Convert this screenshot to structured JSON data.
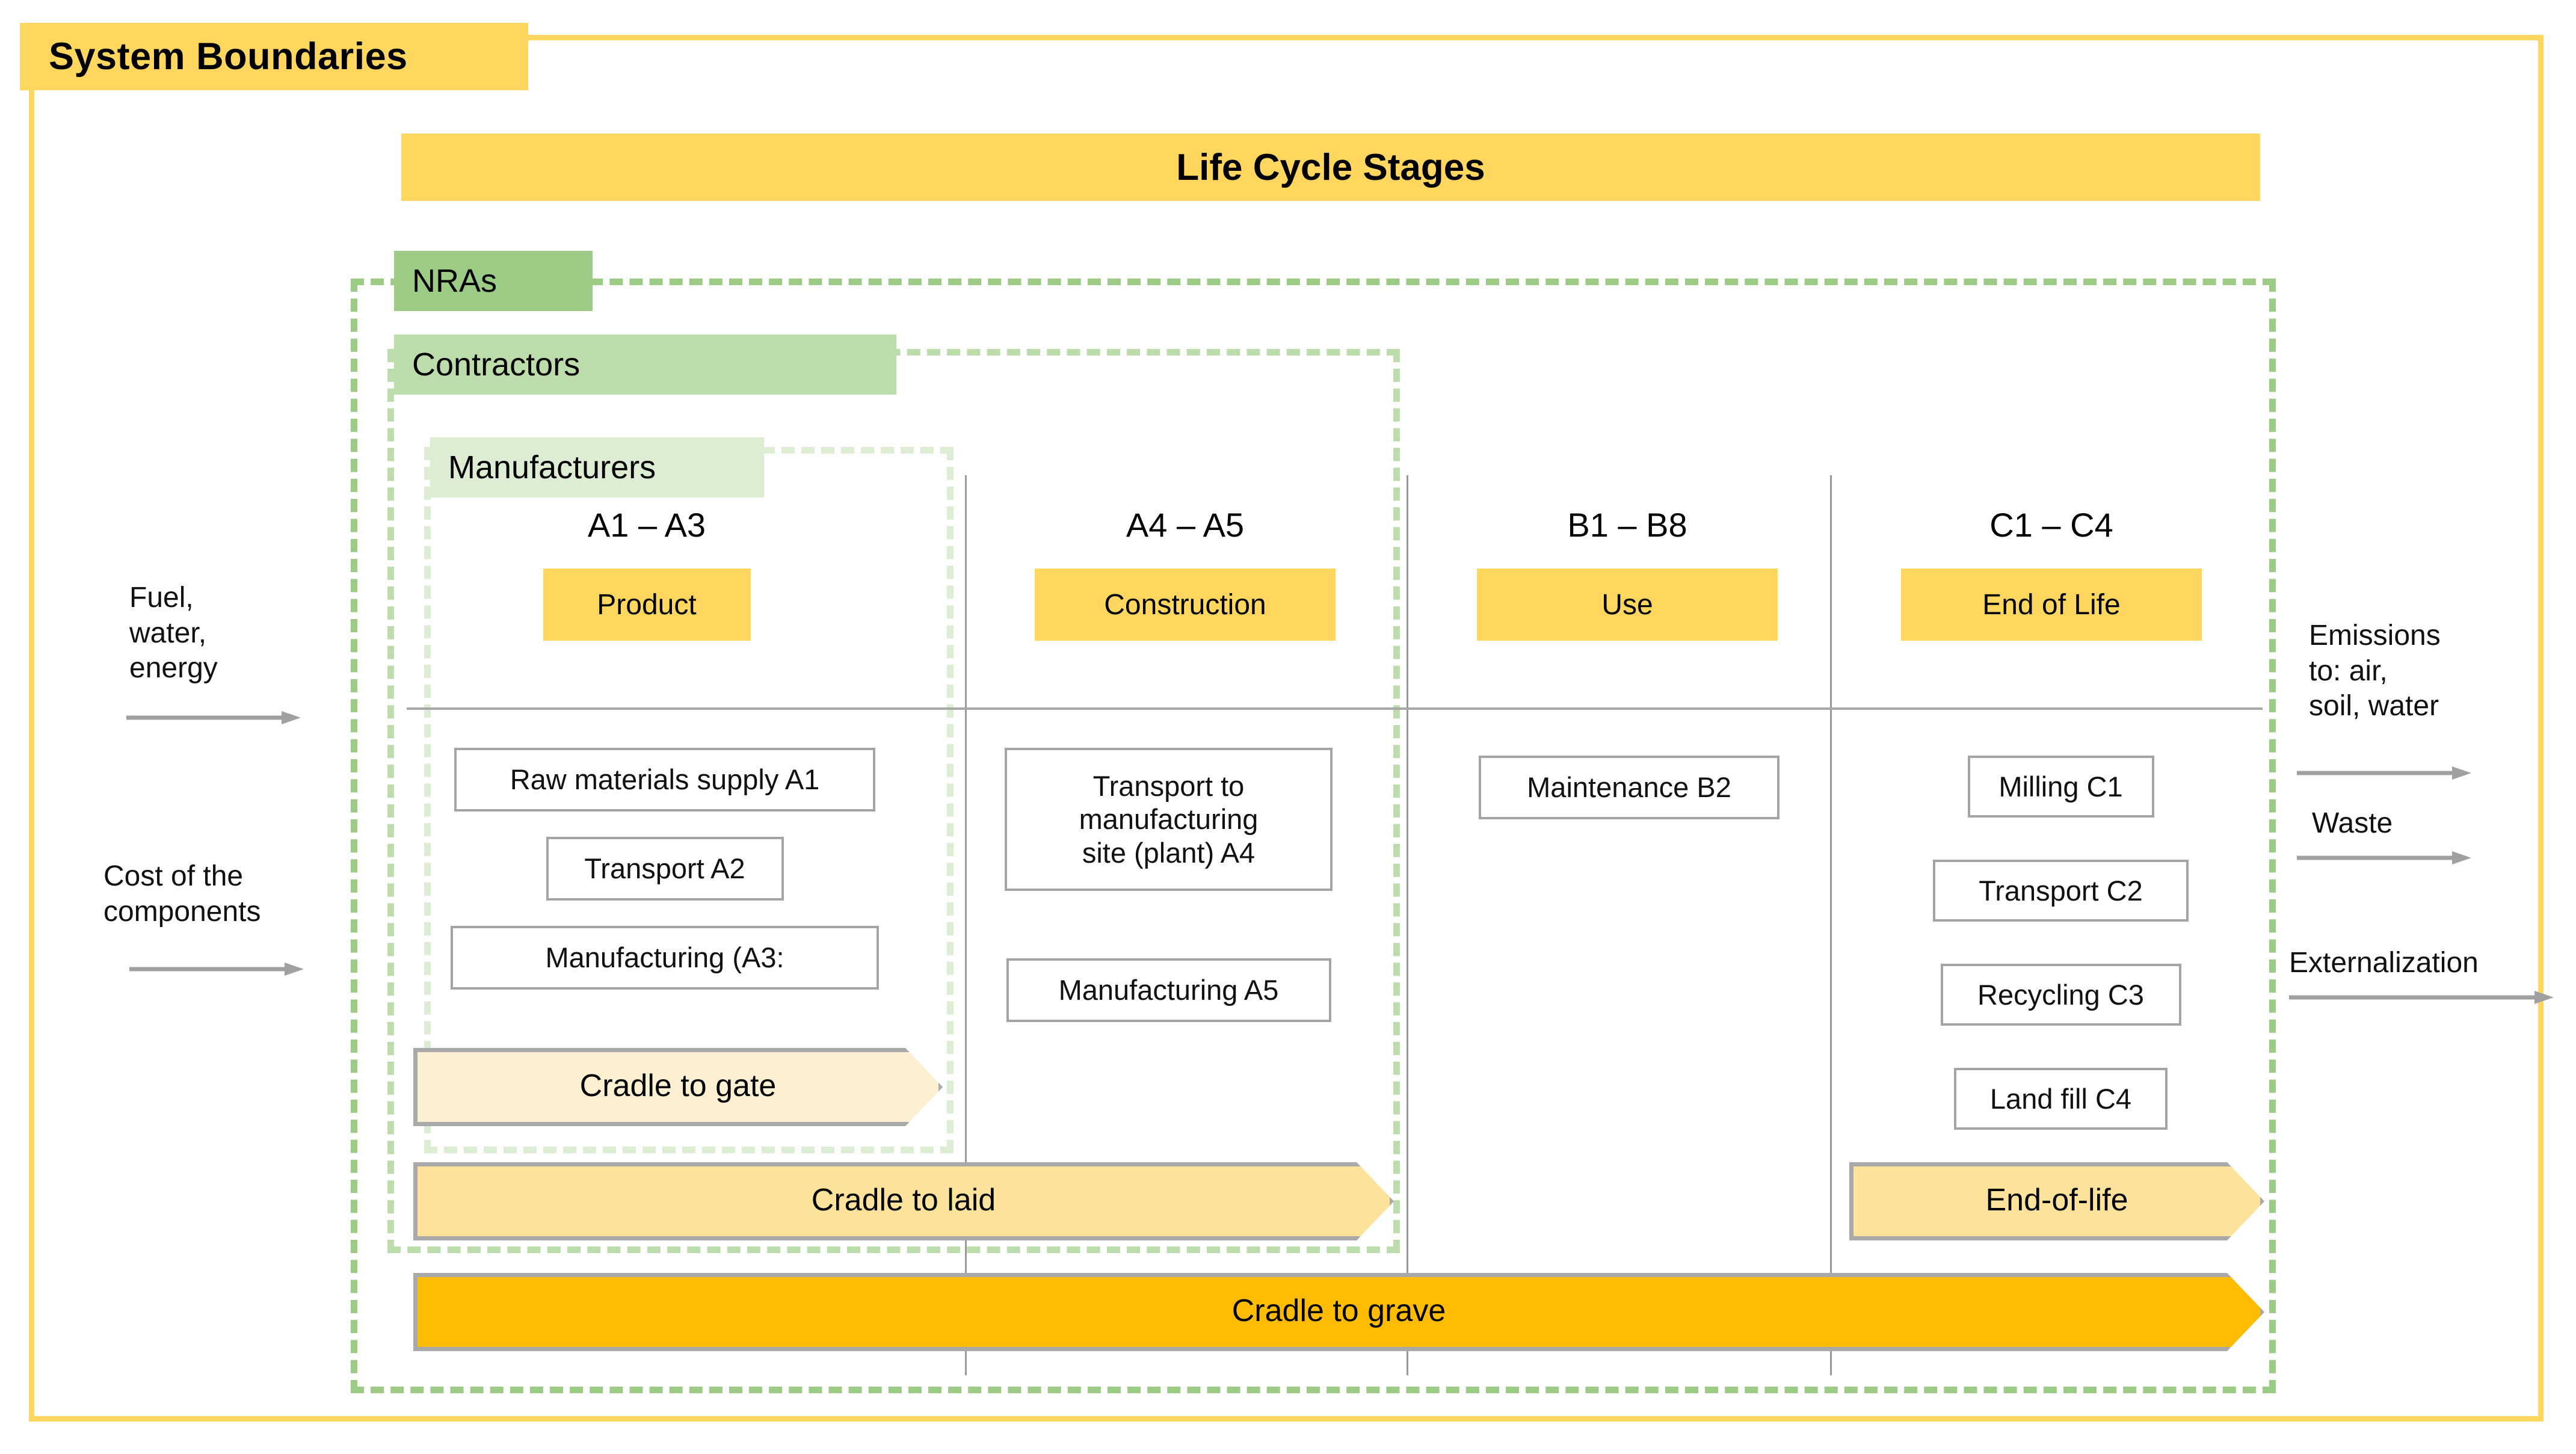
{
  "system": {
    "title": "System Boundaries",
    "frame_color": "#FFD75E"
  },
  "banner": {
    "title": "Life Cycle Stages",
    "color": "#FFD75E"
  },
  "actor_boundaries": [
    {
      "label": "NRAs",
      "color": "#9BCB85"
    },
    {
      "label": "Contractors",
      "color": "#BCDCAB"
    },
    {
      "label": "Manufacturers",
      "color": "#DDEDD4"
    }
  ],
  "stages": [
    {
      "code": "A1 – A3",
      "name": "Product",
      "items": [
        "Raw materials supply A1",
        "Transport A2",
        "Manufacturing (A3:"
      ]
    },
    {
      "code": "A4 – A5",
      "name": "Construction",
      "items": [
        "Transport to\nmanufacturing\nsite (plant) A4",
        "Manufacturing A5"
      ]
    },
    {
      "code": "B1 – B8",
      "name": "Use",
      "items": [
        "Maintenance B2"
      ]
    },
    {
      "code": "C1 – C4",
      "name": "End of Life",
      "items": [
        "Milling C1",
        "Transport C2",
        "Recycling C3",
        "Land fill C4"
      ]
    }
  ],
  "scopes": [
    {
      "label": "Cradle to gate",
      "fill": "#FDF0D2"
    },
    {
      "label": "Cradle to laid",
      "fill": "#FDE29B"
    },
    {
      "label": "End-of-life",
      "fill": "#FDE29B"
    },
    {
      "label": "Cradle to grave",
      "fill": "#FFBC00"
    }
  ],
  "inputs": [
    {
      "label": "Fuel,\nwater,\nenergy"
    },
    {
      "label": "Cost of the\ncomponents"
    }
  ],
  "outputs": [
    {
      "label": "Emissions\nto: air,\nsoil, water"
    },
    {
      "label": "Waste"
    },
    {
      "label": "Externalization"
    }
  ]
}
